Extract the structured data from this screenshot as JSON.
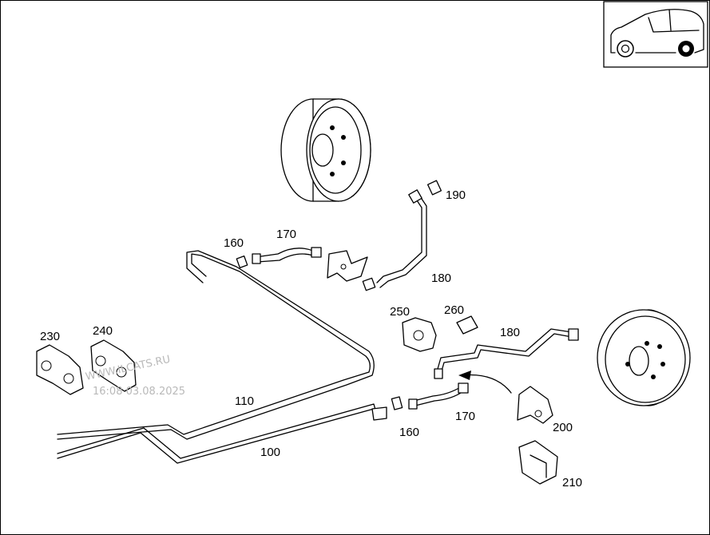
{
  "parts": {
    "p100": "100",
    "p110": "110",
    "p160a": "160",
    "p160b": "160",
    "p170a": "170",
    "p170b": "170",
    "p180a": "180",
    "p180b": "180",
    "p190": "190",
    "p200": "200",
    "p210": "210",
    "p230": "230",
    "p240": "240",
    "p250": "250",
    "p260": "260"
  },
  "watermark": {
    "line1": "WWW.ILCATS.RU",
    "line2": "16:08 03.08.2025"
  },
  "thumbnail": {
    "icon": "car-rear-axle-icon",
    "highlight": "rear-wheel"
  }
}
